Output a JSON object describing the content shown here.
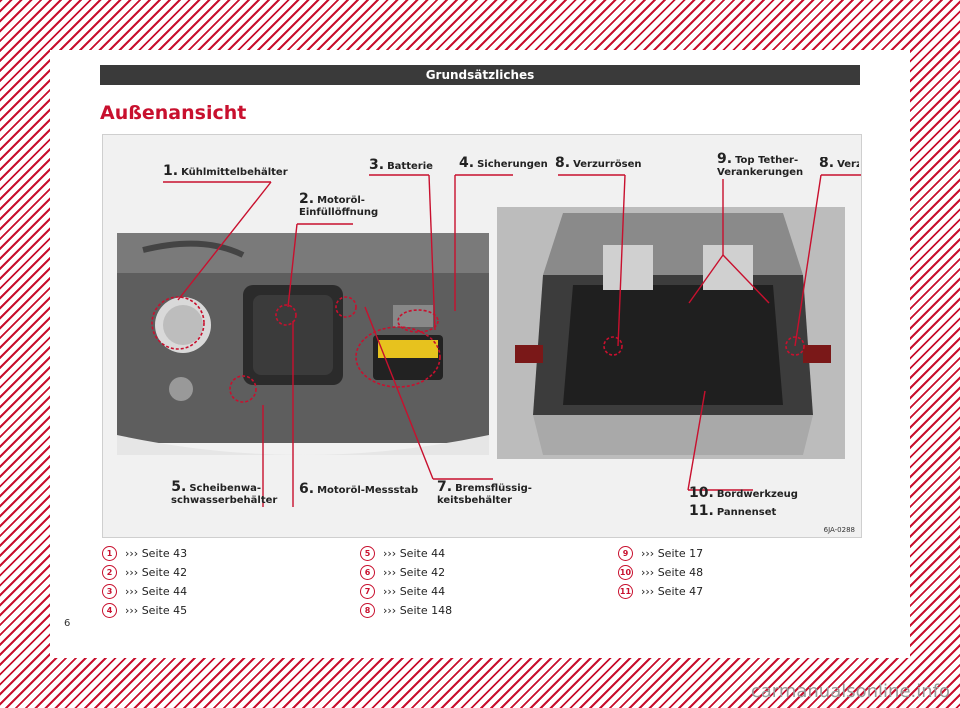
{
  "header": {
    "section": "Grundsätzliches"
  },
  "title": "Außenansicht",
  "figure": {
    "code": "6JA-0288",
    "labels": [
      {
        "num": "1.",
        "text": "Kühlmittelbehälter"
      },
      {
        "num": "2.",
        "text": "Motoröl-Einfüllöffnung"
      },
      {
        "num": "3.",
        "text": "Batterie"
      },
      {
        "num": "4.",
        "text": "Sicherungen"
      },
      {
        "num": "5.",
        "text": "Scheibenwa-schwasserbehälter"
      },
      {
        "num": "6.",
        "text": "Motoröl-Messstab"
      },
      {
        "num": "7.",
        "text": "Bremsflüssig-keitsbehälter"
      },
      {
        "num": "8.",
        "text": "Verzurrösen"
      },
      {
        "num": "9.",
        "text": "Top Tether-Verankerungen"
      },
      {
        "num": "8.",
        "text": "Verzurrösen"
      },
      {
        "num": "10.",
        "text": "Bordwerkzeug"
      },
      {
        "num": "11.",
        "text": "Pannenset"
      }
    ]
  },
  "references": [
    {
      "badge": "1",
      "text": "››› Seite 43"
    },
    {
      "badge": "2",
      "text": "››› Seite 42"
    },
    {
      "badge": "3",
      "text": "››› Seite 44"
    },
    {
      "badge": "4",
      "text": "››› Seite 45"
    },
    {
      "badge": "5",
      "text": "››› Seite 44"
    },
    {
      "badge": "6",
      "text": "››› Seite 42"
    },
    {
      "badge": "7",
      "text": "››› Seite 44"
    },
    {
      "badge": "8",
      "text": "›››  Seite 148"
    },
    {
      "badge": "9",
      "text": "››› Seite 17"
    },
    {
      "badge": "10",
      "text": "››› Seite 48"
    },
    {
      "badge": "11",
      "text": "››› Seite 47"
    }
  ],
  "page_number": "6",
  "watermark": "carmanualsonline.info",
  "colors": {
    "accent": "#c8102e",
    "header_bg": "#3a3a3a"
  }
}
